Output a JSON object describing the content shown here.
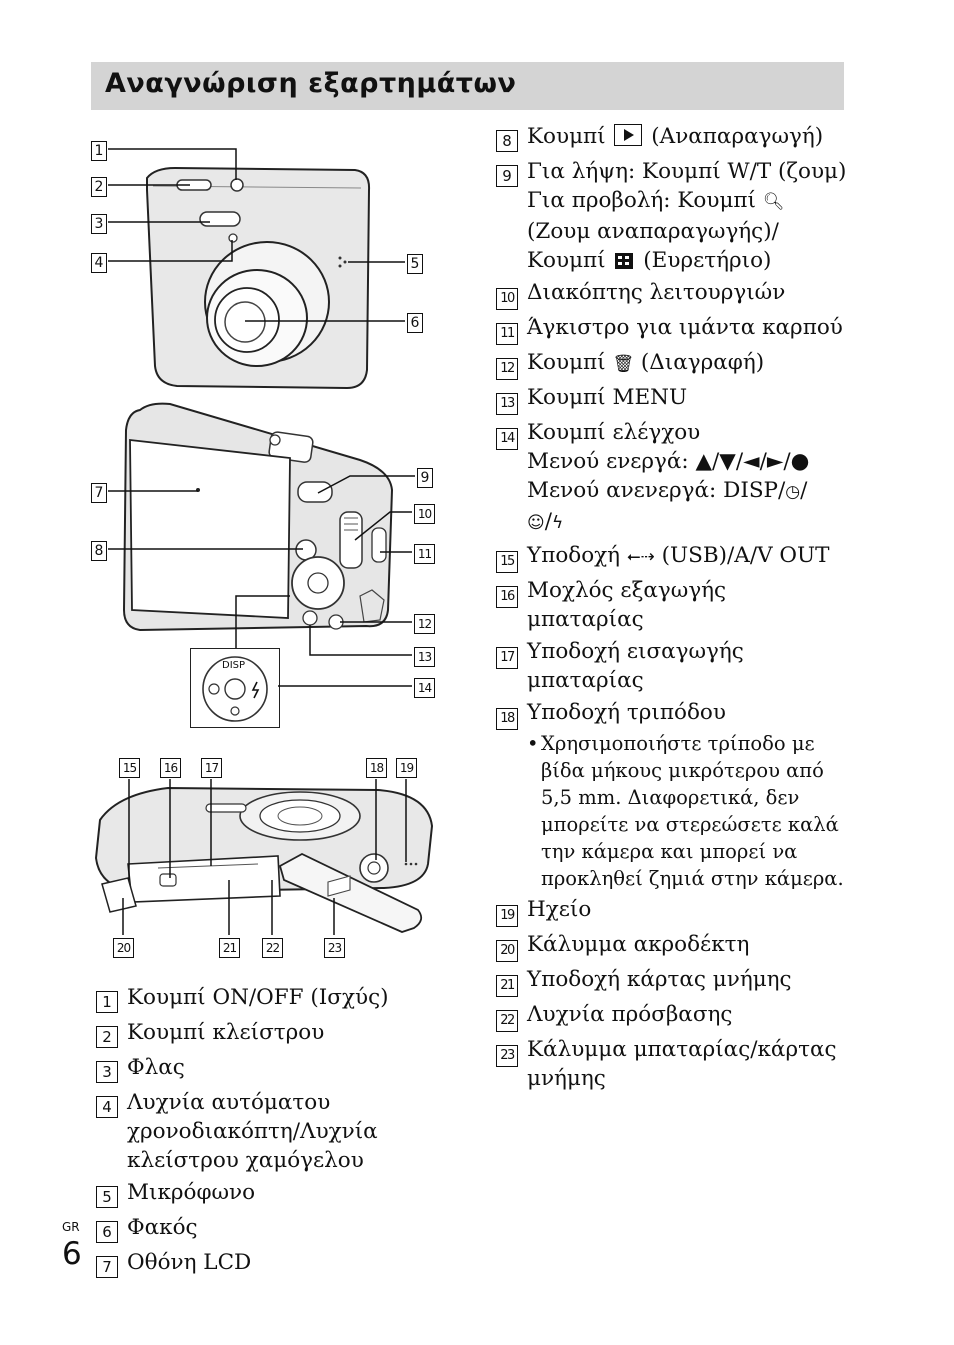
{
  "title": "Αναγνώριση εξαρτημάτων",
  "figure_labels": {
    "top": [
      "1",
      "2",
      "3",
      "4",
      "5",
      "6"
    ],
    "middle": [
      "7",
      "8",
      "9",
      "10",
      "11",
      "12",
      "13",
      "14"
    ],
    "bottom": [
      "15",
      "16",
      "17",
      "18",
      "19",
      "20",
      "21",
      "22",
      "23"
    ],
    "dial_disp": "DISP"
  },
  "left_items": [
    {
      "n": "1",
      "text": "Κουμπί ON/OFF (Ισχύς)"
    },
    {
      "n": "2",
      "text": "Κουμπί κλείστρου"
    },
    {
      "n": "3",
      "text": "Φλας"
    },
    {
      "n": "4",
      "text": "Λυχνία αυτόματου χρονοδιακόπτη/Λυχνία κλείστρου χαμόγελου"
    },
    {
      "n": "5",
      "text": "Μικρόφωνο"
    },
    {
      "n": "6",
      "text": "Φακός"
    },
    {
      "n": "7",
      "text": "Οθόνη LCD"
    }
  ],
  "right_items": {
    "i8": {
      "n": "8",
      "a": "Κουμπί",
      "b": "(Αναπαραγωγή)"
    },
    "i9": {
      "n": "9",
      "line1": "Για λήψη: Κουμπί W/T (ζουμ)",
      "line2a": "Για προβολή: Κουμπί",
      "line3": "(Ζουμ αναπαραγωγής)/",
      "line4a": "Κουμπί",
      "line4b": "(Ευρετήριο)"
    },
    "i10": {
      "n": "10",
      "text": "Διακόπτης λειτουργιών"
    },
    "i11": {
      "n": "11",
      "text": "Άγκιστρο για ιμάντα καρπού"
    },
    "i12": {
      "n": "12",
      "a": "Κουμπί",
      "b": "(Διαγραφή)"
    },
    "i13": {
      "n": "13",
      "text": "Κουμπί MENU"
    },
    "i14": {
      "n": "14",
      "line1": "Κουμπί ελέγχου",
      "line2": "Μενού ενεργά: ▲/▼/◄/►/●",
      "line3": "Μενού ανενεργά: DISP/",
      "line4": "/"
    },
    "i15": {
      "n": "15",
      "a": "Υποδοχή",
      "b": "(USB)/A/V OUT"
    },
    "i16": {
      "n": "16",
      "text": "Μοχλός εξαγωγής μπαταρίας"
    },
    "i17": {
      "n": "17",
      "text": "Υποδοχή εισαγωγής μπαταρίας"
    },
    "i18": {
      "n": "18",
      "text": "Υποδοχή τριπόδου",
      "note": "Χρησιμοποιήστε τρίποδο με βίδα μήκους μικρότερου από 5,5 mm. Διαφορετικά, δεν μπορείτε να στερεώσετε καλά την κάμερα και μπορεί να προκληθεί ζημιά στην κάμερα."
    },
    "i19": {
      "n": "19",
      "text": "Ηχείο"
    },
    "i20": {
      "n": "20",
      "text": "Κάλυμμα ακροδέκτη"
    },
    "i21": {
      "n": "21",
      "text": "Υποδοχή κάρτας μνήμης"
    },
    "i22": {
      "n": "22",
      "text": "Λυχνία πρόσβασης"
    },
    "i23": {
      "n": "23",
      "text": "Κάλυμμα μπαταρίας/κάρτας μνήμης"
    }
  },
  "footer": {
    "lang": "GR",
    "page": "6"
  }
}
